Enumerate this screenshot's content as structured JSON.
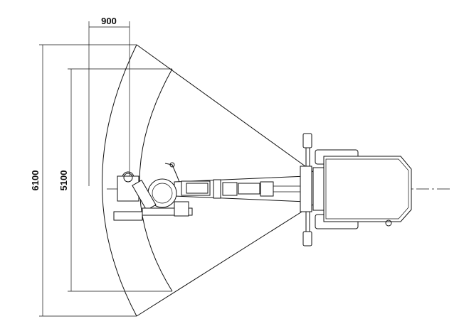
{
  "dimensions": {
    "width_offset": "900",
    "outer_reach": "6100",
    "inner_reach": "5100"
  }
}
